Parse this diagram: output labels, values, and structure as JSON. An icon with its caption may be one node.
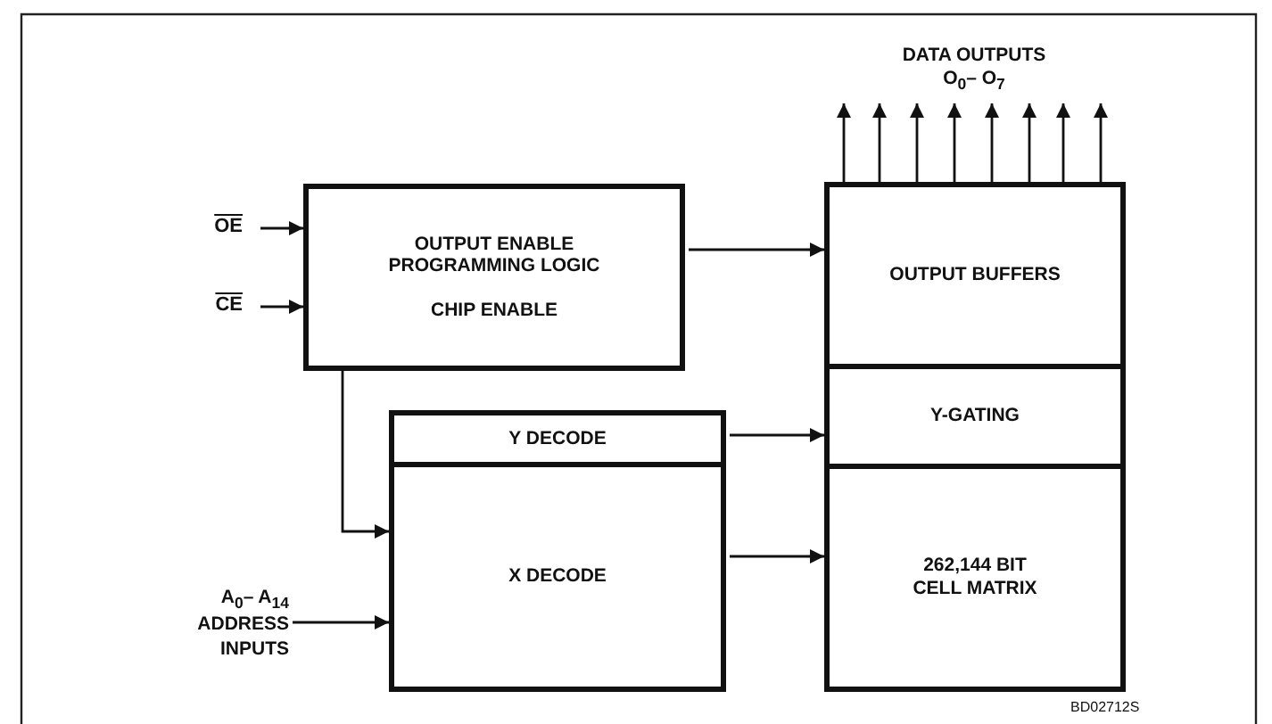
{
  "diagram": {
    "nodes": [
      {
        "text": [
          "OE"
        ]
      },
      {
        "text": [
          "CE"
        ]
      },
      {
        "text": [
          "OUTPUT ENABLE PROGRAMMING LOGIC",
          "CHIP ENABLE"
        ]
      },
      {
        "text": [
          "OUTPUT BUFFERS"
        ]
      },
      {
        "text": [
          "Y-GATING"
        ]
      },
      {
        "text": [
          "262,144 BIT CELL MATRIX"
        ]
      },
      {
        "text": [
          "Y DECODE"
        ]
      },
      {
        "text": [
          "X DECODE"
        ]
      },
      {
        "text": [
          "A$_{0}$– A$_{14}$ ADDRESS INPUTS"
        ]
      },
      {
        "text": [
          "DATA OUTPUTS O$_{0}$– O$_{7}$"
        ]
      }
    ],
    "edges": [
      {
        "from": 0,
        "to": 2,
        "arrow": "to"
      },
      {
        "from": 1,
        "to": 2,
        "arrow": "to"
      },
      {
        "from": 2,
        "to": 3,
        "arrow": "to"
      },
      {
        "from": 2,
        "to": 7,
        "arrow": "to"
      },
      {
        "from": 6,
        "to": 4,
        "arrow": "to"
      },
      {
        "from": 7,
        "to": 5,
        "arrow": "to"
      },
      {
        "from": 8,
        "to": 7,
        "arrow": "to"
      },
      {
        "from": 3,
        "to": 9,
        "arrow": "to"
      },
      {
        "from": 3,
        "to": 9,
        "arrow": "to"
      },
      {
        "from": 3,
        "to": 9,
        "arrow": "to"
      },
      {
        "from": 3,
        "to": 9,
        "arrow": "to"
      },
      {
        "from": 3,
        "to": 9,
        "arrow": "to"
      },
      {
        "from": 3,
        "to": 9,
        "arrow": "to"
      },
      {
        "from": 3,
        "to": 9,
        "arrow": "to"
      },
      {
        "from": 3,
        "to": 9,
        "arrow": "to"
      }
    ],
    "labels": [
      "BD02712S"
    ]
  }
}
